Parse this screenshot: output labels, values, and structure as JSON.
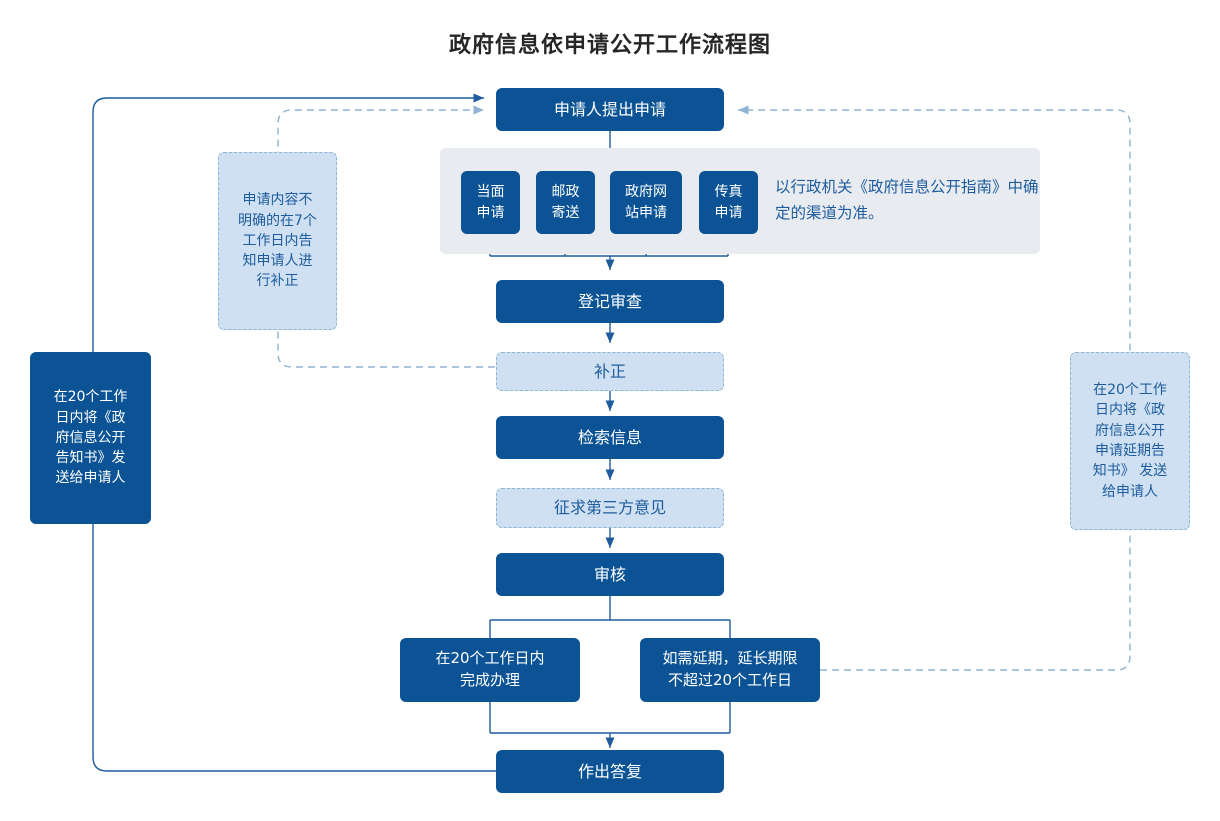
{
  "header": {
    "title": "政府信息依申请公开工作流程图"
  },
  "colors": {
    "primary_dark_blue": "#0B5394",
    "light_blue_fill": "#CEE0F1",
    "light_blue_text": "#1F5C9E",
    "panel_gray": "#E8ECF0",
    "connector_solid": "#1F5C9E",
    "connector_dashed": "#8FB4D4",
    "title_text": "#262626"
  },
  "flow": {
    "start": {
      "label": "申请人提出申请",
      "style": "dark"
    },
    "channels_panel": {
      "note": "以行政机关《政府信息公开指南》中确定的渠道为准。",
      "items": [
        {
          "label": "当面\n申请",
          "style": "dark"
        },
        {
          "label": "邮政\n寄送",
          "style": "dark"
        },
        {
          "label": "政府网\n站申请",
          "style": "dark"
        },
        {
          "label": "传真\n申请",
          "style": "dark"
        }
      ]
    },
    "steps": [
      {
        "label": "登记审查",
        "style": "dark"
      },
      {
        "label": "补正",
        "style": "light"
      },
      {
        "label": "检索信息",
        "style": "dark"
      },
      {
        "label": "征求第三方意见",
        "style": "light"
      },
      {
        "label": "审核",
        "style": "dark"
      }
    ],
    "branches": [
      {
        "label": "在20个工作日内\n完成办理",
        "style": "dark"
      },
      {
        "label": "如需延期，延长期限\n不超过20个工作日",
        "style": "dark"
      }
    ],
    "end": {
      "label": "作出答复",
      "style": "dark"
    }
  },
  "side_notes": {
    "correction_note": {
      "label": "申请内容不\n明确的在7个\n工作日内告\n知申请人进\n行补正",
      "style": "light"
    },
    "left_notice": {
      "label": "在20个工作\n日内将《政\n府信息公开\n告知书》发\n送给申请人",
      "style": "dark"
    },
    "right_notice": {
      "label": "在20个工作\n日内将《政\n府信息公开\n申请延期告\n知书》 发送\n给申请人",
      "style": "light"
    }
  }
}
